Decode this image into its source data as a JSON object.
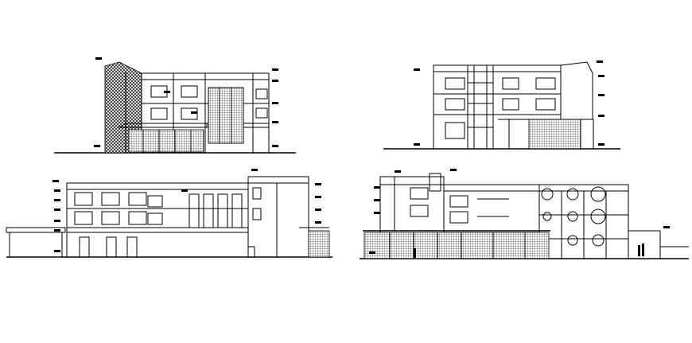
{
  "drawing": {
    "sheet_background": "#ffffff",
    "line_color": "#000000",
    "views": [
      {
        "name": "elevation-top-left"
      },
      {
        "name": "elevation-top-right"
      },
      {
        "name": "elevation-bottom-left"
      },
      {
        "name": "elevation-bottom-right"
      }
    ]
  }
}
